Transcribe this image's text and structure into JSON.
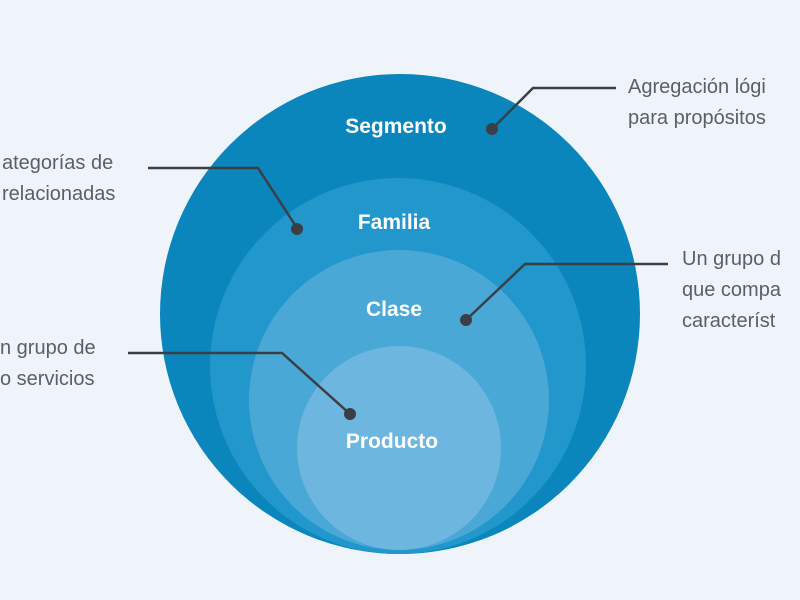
{
  "colors": {
    "background": "#eef4fa",
    "segmento": "#0a86bd",
    "familia": "#2297cb",
    "clase": "#4aa8d6",
    "producto": "#6db6df",
    "connector": "#3a3f45",
    "callout_text": "#5a5f66",
    "label_text": "#ffffff"
  },
  "levels": [
    {
      "id": "segmento",
      "label": "Segmento"
    },
    {
      "id": "familia",
      "label": "Familia"
    },
    {
      "id": "clase",
      "label": "Clase"
    },
    {
      "id": "producto",
      "label": "Producto"
    }
  ],
  "callouts": {
    "segmento": [
      "Agregación lógi",
      "para propósitos"
    ],
    "familia": [
      "ategorías de",
      "relacionadas"
    ],
    "clase": [
      "Un grupo d",
      "que compa",
      "característ"
    ],
    "producto": [
      "n grupo de",
      "o servicios"
    ]
  }
}
